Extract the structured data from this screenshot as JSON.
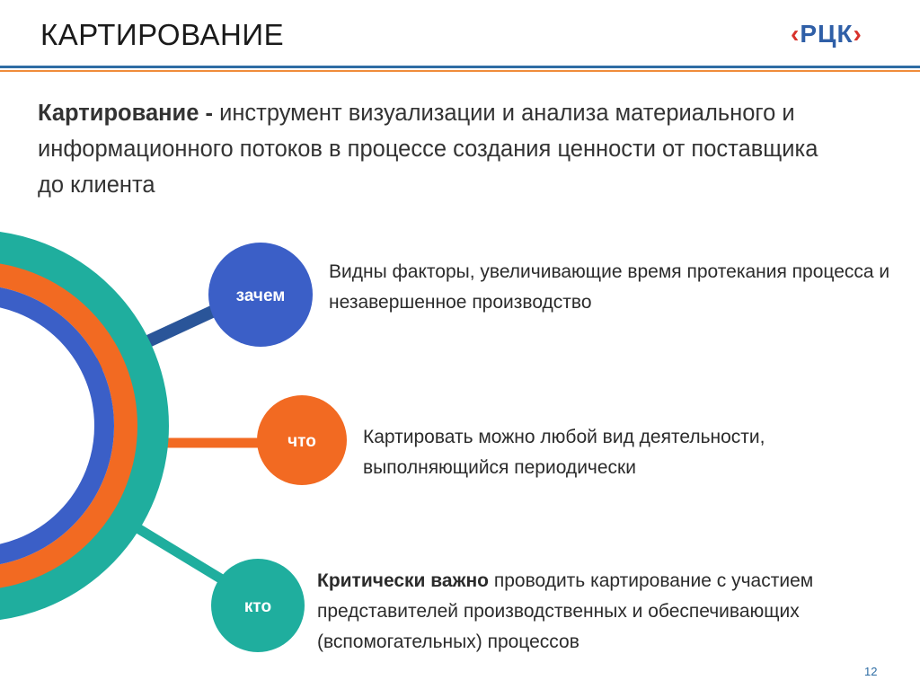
{
  "slide": {
    "title": "КАРТИРОВАНИЕ",
    "page_number": "12"
  },
  "logo": {
    "left_bracket": "‹",
    "text": "РЦК",
    "right_bracket": "›"
  },
  "definition": {
    "term": "Картирование -",
    "text": " инструмент визуализации и анализа материального и информационного потоков в процессе создания ценности от поставщика до клиента"
  },
  "items": [
    {
      "label": "зачем",
      "color": "#3b5fc7",
      "text": "Видны факторы, увеличивающие время протекания процесса и незавершенное производство"
    },
    {
      "label": "что",
      "color": "#f26a22",
      "text": "Картировать можно любой вид деятельности, выполняющийся периодически"
    },
    {
      "label": "кто",
      "color": "#1fae9e",
      "strong": "Критически важно",
      "text": " проводить картирование с участием представителей производственных и обеспечивающих (вспомогательных) процессов"
    }
  ],
  "colors": {
    "blue": "#3b5fc7",
    "orange": "#f26a22",
    "teal": "#1fae9e",
    "header_rule": "#2e6da4",
    "header_rule_accent": "#f08c3a"
  }
}
